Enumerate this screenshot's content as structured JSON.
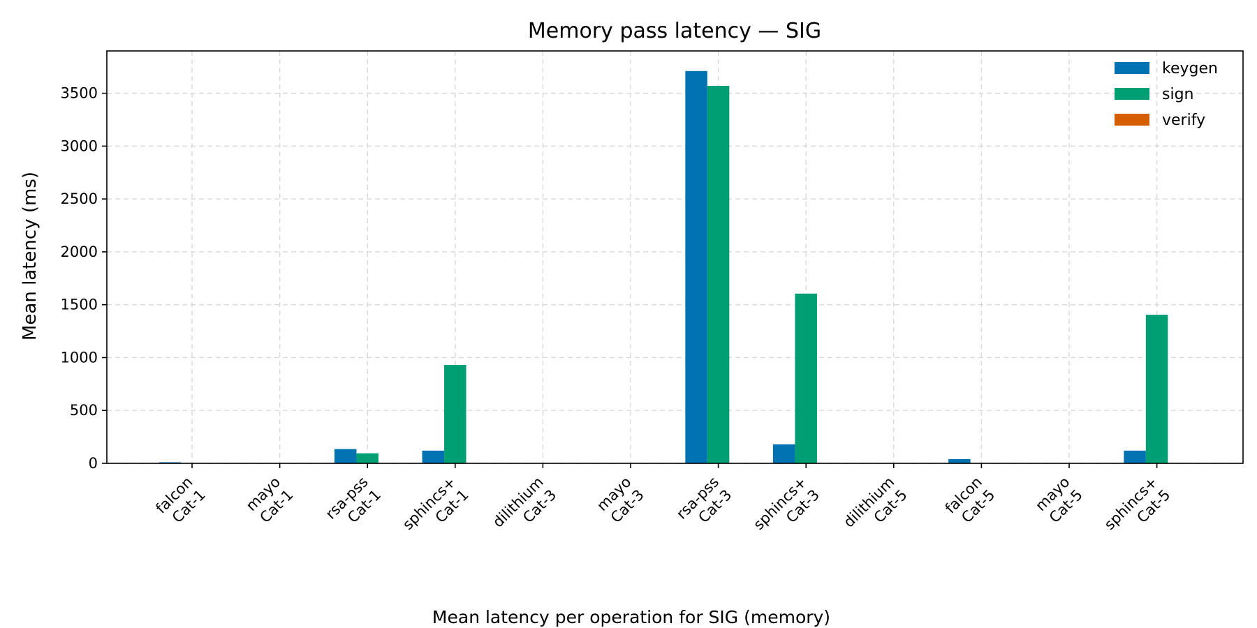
{
  "chart_data": {
    "type": "bar",
    "title": "Memory pass latency — SIG",
    "ylabel": "Mean latency (ms)",
    "xlabel": "",
    "caption": "Mean latency per operation for SIG (memory)",
    "ylim": [
      0,
      3900
    ],
    "yticks": [
      0,
      500,
      1000,
      1500,
      2000,
      2500,
      3000,
      3500
    ],
    "grid": true,
    "legend_position": "top-right",
    "categories": [
      [
        "falcon",
        "Cat-1"
      ],
      [
        "mayo",
        "Cat-1"
      ],
      [
        "rsa-pss",
        "Cat-1"
      ],
      [
        "sphincs+",
        "Cat-1"
      ],
      [
        "dilithium",
        "Cat-3"
      ],
      [
        "mayo",
        "Cat-3"
      ],
      [
        "rsa-pss",
        "Cat-3"
      ],
      [
        "sphincs+",
        "Cat-3"
      ],
      [
        "dilithium",
        "Cat-5"
      ],
      [
        "falcon",
        "Cat-5"
      ],
      [
        "mayo",
        "Cat-5"
      ],
      [
        "sphincs+",
        "Cat-5"
      ]
    ],
    "series": [
      {
        "name": "keygen",
        "color": "#0072b2",
        "values": [
          10,
          2,
          135,
          120,
          2,
          2,
          3710,
          180,
          2,
          40,
          2,
          120
        ]
      },
      {
        "name": "sign",
        "color": "#009e73",
        "values": [
          2,
          1,
          95,
          930,
          2,
          2,
          3570,
          1605,
          2,
          3,
          1,
          1405
        ]
      },
      {
        "name": "verify",
        "color": "#d55e00",
        "values": [
          1,
          1,
          2,
          3,
          1,
          1,
          3,
          4,
          1,
          1,
          1,
          4
        ]
      }
    ]
  }
}
